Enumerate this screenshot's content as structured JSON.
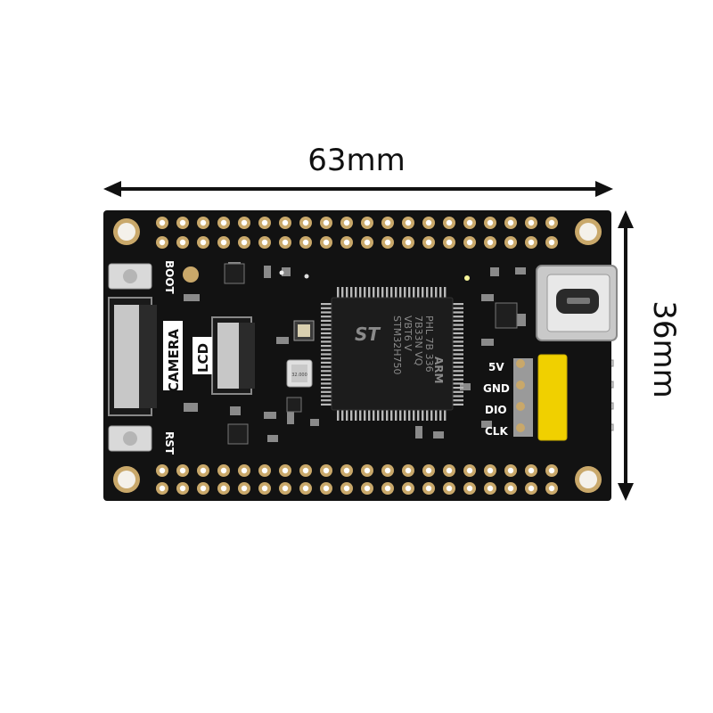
{
  "dimensions": {
    "width_label": "63mm",
    "height_label": "36mm"
  },
  "board": {
    "buttons": {
      "boot": "BOOT",
      "rst": "RST"
    },
    "connectors": {
      "camera": "CAMERA",
      "lcd": "LCD"
    },
    "chip": {
      "line1": "STM32H750",
      "line2": "VBT6   V",
      "line3": "7B33N VQ",
      "line4": "PHL 7B 336",
      "brand": "ARM"
    },
    "crystal_label": "32.000",
    "header_pins": [
      "5V",
      "GND",
      "DIO",
      "CLK"
    ]
  },
  "colors": {
    "pcb": "#121212",
    "pad": "#c9a86a",
    "header": "#f0d000"
  }
}
